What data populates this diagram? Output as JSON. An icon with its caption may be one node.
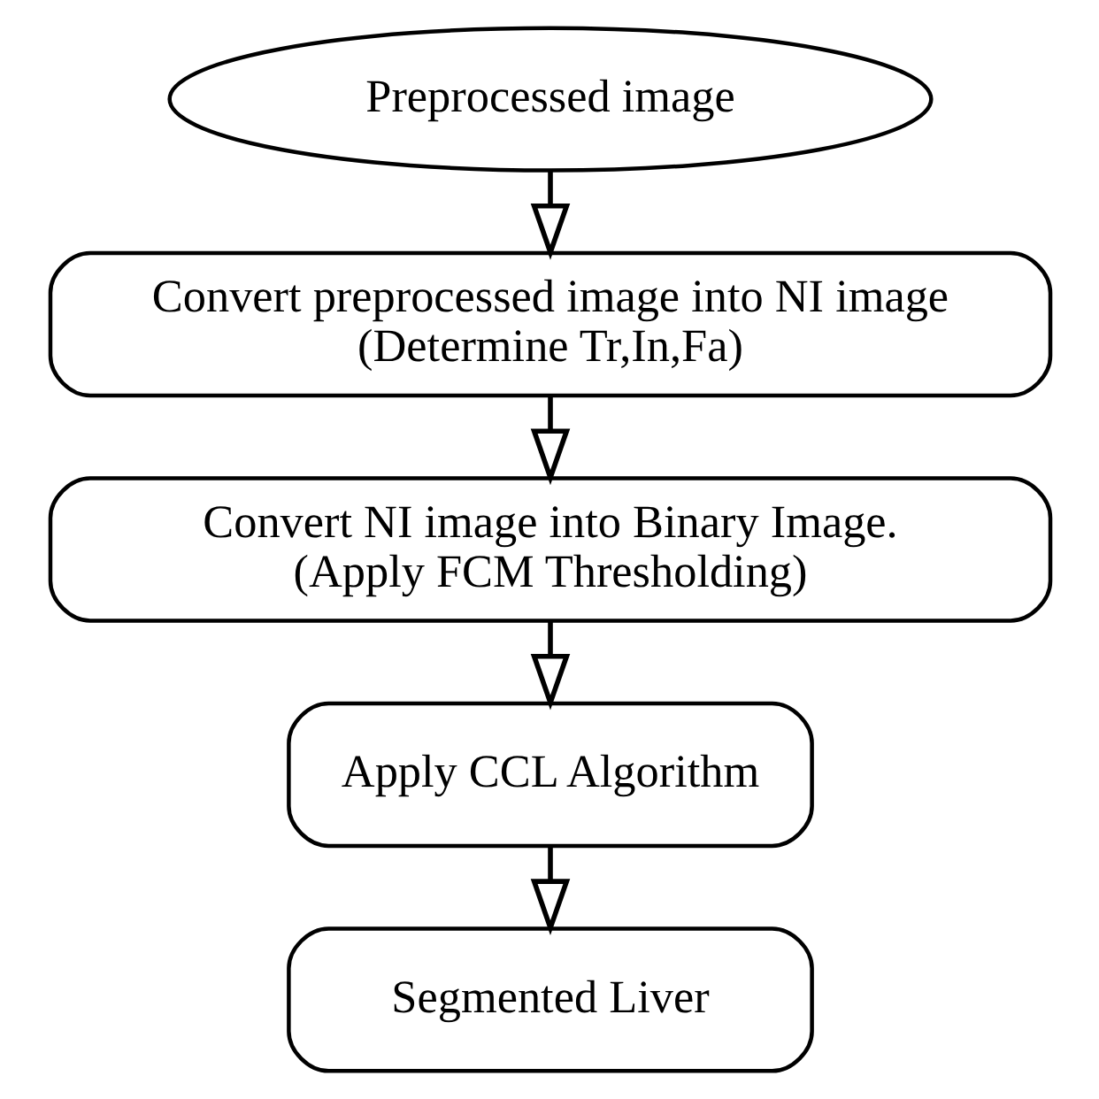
{
  "diagram": {
    "nodes": [
      {
        "text": [
          "Preprocessed image"
        ]
      },
      {
        "text": [
          "Convert preprocessed image into NI image",
          "(Determine Tr,In,Fa)"
        ]
      },
      {
        "text": [
          "Convert NI image into Binary Image.",
          "(Apply FCM Thresholding)"
        ]
      },
      {
        "text": [
          "Apply CCL Algorithm"
        ]
      },
      {
        "text": [
          "Segmented Liver"
        ]
      }
    ],
    "edges": [
      {
        "from": 0,
        "to": 1,
        "arrow": "to"
      },
      {
        "from": 1,
        "to": 2,
        "arrow": "to"
      },
      {
        "from": 2,
        "to": 3,
        "arrow": "to"
      },
      {
        "from": 3,
        "to": 4,
        "arrow": "to"
      }
    ]
  }
}
